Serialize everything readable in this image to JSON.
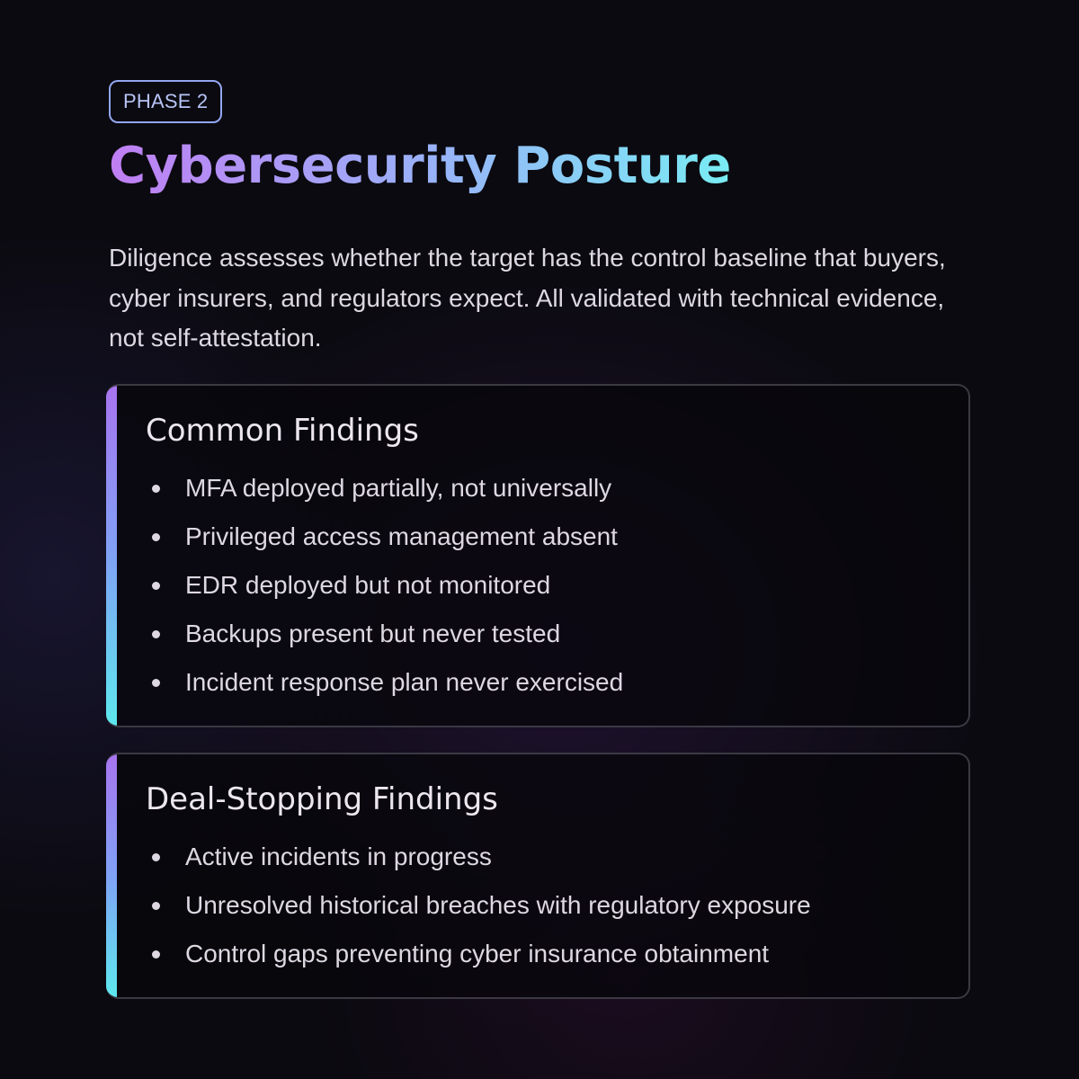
{
  "badge": "PHASE 2",
  "title": "Cybersecurity Posture",
  "intro": "Diligence assesses whether the target has the control baseline that buyers, cyber insurers, and regulators expect. All validated with technical evidence, not self-attestation.",
  "colors": {
    "background": "#0b0a10",
    "title_gradient": [
      "#c07ef3",
      "#9ab0f8",
      "#79ecf4"
    ],
    "accent_gradient": [
      "#a874ef",
      "#7fa2f5",
      "#5ee8ee"
    ],
    "badge_border": "#93a7f2",
    "card_border": "#3b3942"
  },
  "cards": [
    {
      "heading": "Common Findings",
      "items": [
        "MFA deployed partially, not universally",
        "Privileged access management absent",
        "EDR deployed but not monitored",
        "Backups present but never tested",
        "Incident response plan never exercised"
      ]
    },
    {
      "heading": "Deal-Stopping Findings",
      "items": [
        "Active incidents in progress",
        "Unresolved historical breaches with regulatory exposure",
        "Control gaps preventing cyber insurance obtainment"
      ]
    }
  ]
}
